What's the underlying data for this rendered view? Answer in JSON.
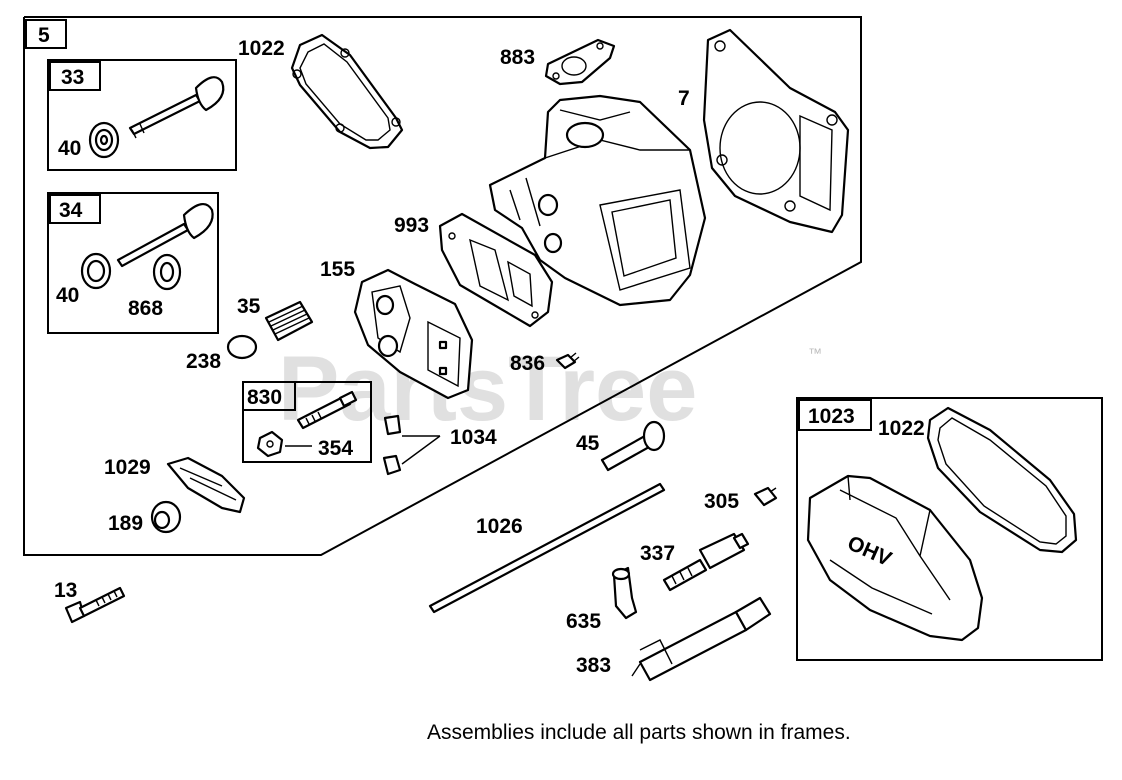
{
  "watermark": {
    "text": "PartsTree",
    "trademark": "™"
  },
  "footer": {
    "note": "Assemblies include all parts shown in frames."
  },
  "frames": {
    "main": "5",
    "exhaust_valve_kit": "33",
    "intake_valve_kit": "34",
    "stud_kit": "830",
    "cover_kit": "1023"
  },
  "parts": {
    "p1022a": "1022",
    "p883": "883",
    "p7": "7",
    "p40a": "40",
    "p40b": "40",
    "p868": "868",
    "p993": "993",
    "p155": "155",
    "p35": "35",
    "p238": "238",
    "p836": "836",
    "p354": "354",
    "p1034": "1034",
    "p1029": "1029",
    "p189": "189",
    "p45": "45",
    "p1026": "1026",
    "p305": "305",
    "p337": "337",
    "p13": "13",
    "p635": "635",
    "p383": "383",
    "p1022b": "1022",
    "ohv": "OHV"
  }
}
